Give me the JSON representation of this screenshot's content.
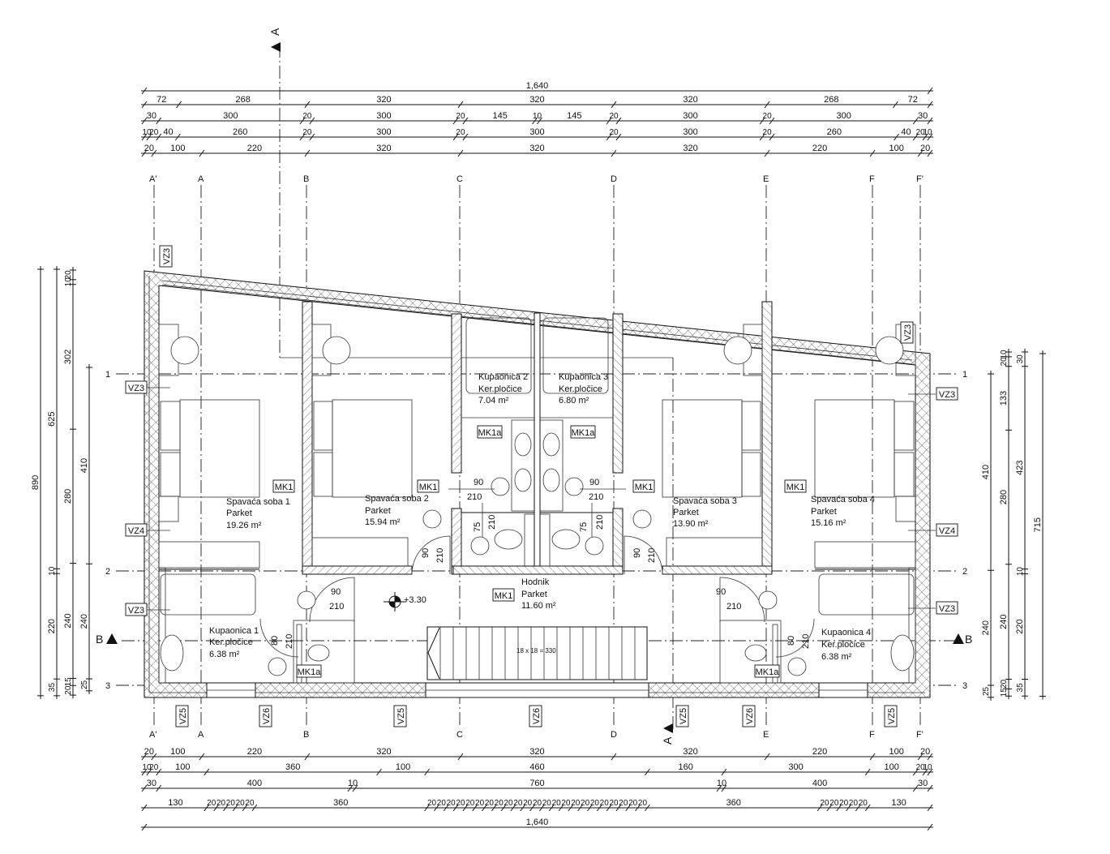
{
  "sections": {
    "a_top": "A",
    "a_bottom": "A",
    "b_left": "B",
    "b_right": "B"
  },
  "axes": {
    "vertical": [
      "A'",
      "A",
      "B",
      "C",
      "D",
      "E",
      "F",
      "F'"
    ],
    "horizontal": [
      "1",
      "2",
      "3"
    ]
  },
  "dimensions": {
    "top": [
      [
        "1,640"
      ],
      [
        "72",
        "268",
        "320",
        "320",
        "320",
        "268",
        "72"
      ],
      [
        "30",
        "300",
        "20",
        "300",
        "20",
        "145",
        "10",
        "145",
        "20",
        "300",
        "20",
        "300",
        "30"
      ],
      [
        "10",
        "20",
        "40",
        "260",
        "20",
        "300",
        "20",
        "300",
        "20",
        "300",
        "20",
        "260",
        "40",
        "20",
        "10"
      ],
      [
        "20",
        "100",
        "220",
        "320",
        "320",
        "320",
        "220",
        "100",
        "20"
      ]
    ],
    "bottom": [
      [
        "20",
        "100",
        "220",
        "320",
        "320",
        "320",
        "220",
        "100",
        "20"
      ],
      [
        "10",
        "20",
        "100",
        "360",
        "100",
        "460",
        "160",
        "300",
        "100",
        "20",
        "10"
      ],
      [
        "30",
        "400",
        "10",
        "760",
        "10",
        "400",
        "30"
      ],
      [
        "130",
        "20",
        "20",
        "20",
        "20",
        "20",
        "360",
        "20",
        "20",
        "20",
        "20",
        "20",
        "20",
        "20",
        "20",
        "20",
        "20",
        "20",
        "20",
        "20",
        "20",
        "20",
        "20",
        "20",
        "20",
        "20",
        "20",
        "20",
        "20",
        "20",
        "360",
        "20",
        "20",
        "20",
        "20",
        "20",
        "130"
      ],
      [
        "1,640"
      ]
    ],
    "left": [
      [
        "890"
      ],
      [
        "625",
        "10",
        "220",
        "35"
      ],
      [
        "20",
        "10",
        "302",
        "280",
        "240",
        "15",
        "20"
      ],
      [
        "410",
        "240",
        "25"
      ]
    ],
    "right": [
      [
        "410",
        "240",
        "25"
      ],
      [
        "10",
        "20",
        "133",
        "280",
        "240",
        "20",
        "15"
      ],
      [
        "30",
        "423",
        "10",
        "220",
        "35"
      ],
      [
        "715"
      ]
    ]
  },
  "rooms": [
    {
      "name": "Spavaća soba 1",
      "floor": "Parket",
      "area": "19.26 m²"
    },
    {
      "name": "Spavaća soba 2",
      "floor": "Parket",
      "area": "15.94 m²"
    },
    {
      "name": "Kupaonica 2",
      "floor": "Ker.pločice",
      "area": "7.04 m²"
    },
    {
      "name": "Kupaonica 3",
      "floor": "Ker.pločice",
      "area": "6.80 m²"
    },
    {
      "name": "Spavaća soba 3",
      "floor": "Parket",
      "area": "13.90 m²"
    },
    {
      "name": "Spavaća soba 4",
      "floor": "Parket",
      "area": "15.16 m²"
    },
    {
      "name": "Kupaonica 1",
      "floor": "Ker.pločice",
      "area": "6.38 m²"
    },
    {
      "name": "Kupaonica 4",
      "floor": "Ker.pločice",
      "area": "6.38 m²"
    },
    {
      "name": "Hodnik",
      "floor": "Parket",
      "area": "11.60 m²"
    }
  ],
  "tags": {
    "vz3": "VZ3",
    "vz4": "VZ4",
    "vz5": "VZ5",
    "vz6": "VZ6",
    "mk1": "MK1",
    "mk1a": "MK1a"
  },
  "doors": {
    "w90": "90",
    "w80": "80",
    "w75": "75",
    "h210": "210"
  },
  "elevation": "+3.30",
  "stair": "18 x 18 = 330"
}
